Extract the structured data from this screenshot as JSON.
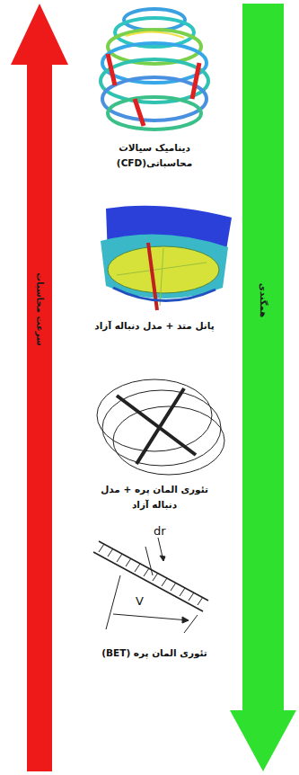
{
  "diagram": {
    "nodes": [
      {
        "text": [
          "سرعت محاسبات"
        ]
      },
      {
        "text": [
          "همگندی"
        ]
      }
    ],
    "labels": [
      "دینامیک سیالات محاسباتی(CFD)",
      "پانل متد + مدل دنباله آزاد",
      "تئوری المان پره + مدل دنباله آزاد",
      "تئوری المان پره (BET)",
      "dr",
      "V"
    ]
  }
}
